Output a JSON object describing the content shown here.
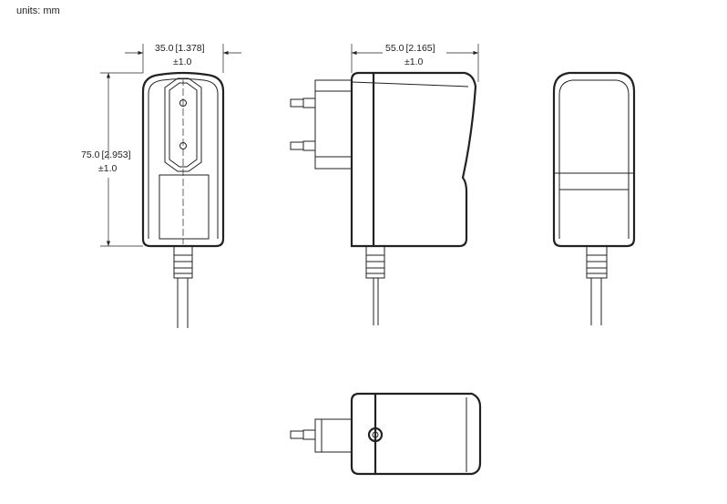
{
  "units_label": "units: mm",
  "dimensions": {
    "width": {
      "value": "35.0",
      "inch": "[1.378]",
      "tol": "±1.0"
    },
    "height": {
      "value": "75.0",
      "inch": "[2.953]",
      "tol": "±1.0"
    },
    "depth": {
      "value": "55.0",
      "inch": "[2.165]",
      "tol": "±1.0"
    }
  }
}
